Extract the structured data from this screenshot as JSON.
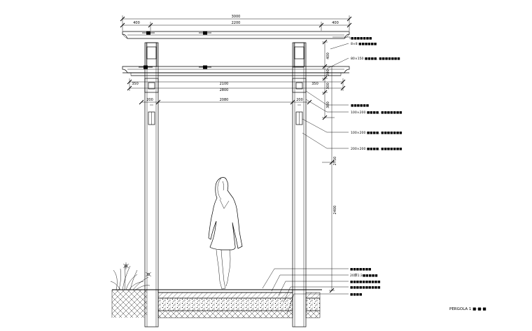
{
  "drawing": {
    "caption": "PERGOLA 1 ■-■-■",
    "top_dims": {
      "overall": "3000",
      "left": "400",
      "middle": "2200",
      "right": "400"
    },
    "beam_dims": {
      "left": "350",
      "middle": "2100",
      "right": "350",
      "overall": "2800"
    },
    "opening_dims": {
      "left_post": "200",
      "clear": "2080",
      "right_post": "200"
    },
    "right_dims": {
      "a": "400",
      "b": "200",
      "c": "300",
      "d": "300",
      "height": "2400",
      "total": "2750"
    },
    "callouts": [
      "■■■■■■■",
      "8×8 ■■■■■■",
      "80×150 ■■■■, ■■■■■■■",
      "■■■■■■",
      "100×200 ■■■■, ■■■■■■■",
      "100×200 ■■■■, ■■■■■■■",
      "200×200 ■■■■, ■■■■■■■"
    ],
    "ground_notes": [
      "■■■■■■■",
      "20厚1:3■■■■■",
      "■■■■■■■■■■",
      "■■■■■■■■■■",
      "■■■■"
    ]
  }
}
